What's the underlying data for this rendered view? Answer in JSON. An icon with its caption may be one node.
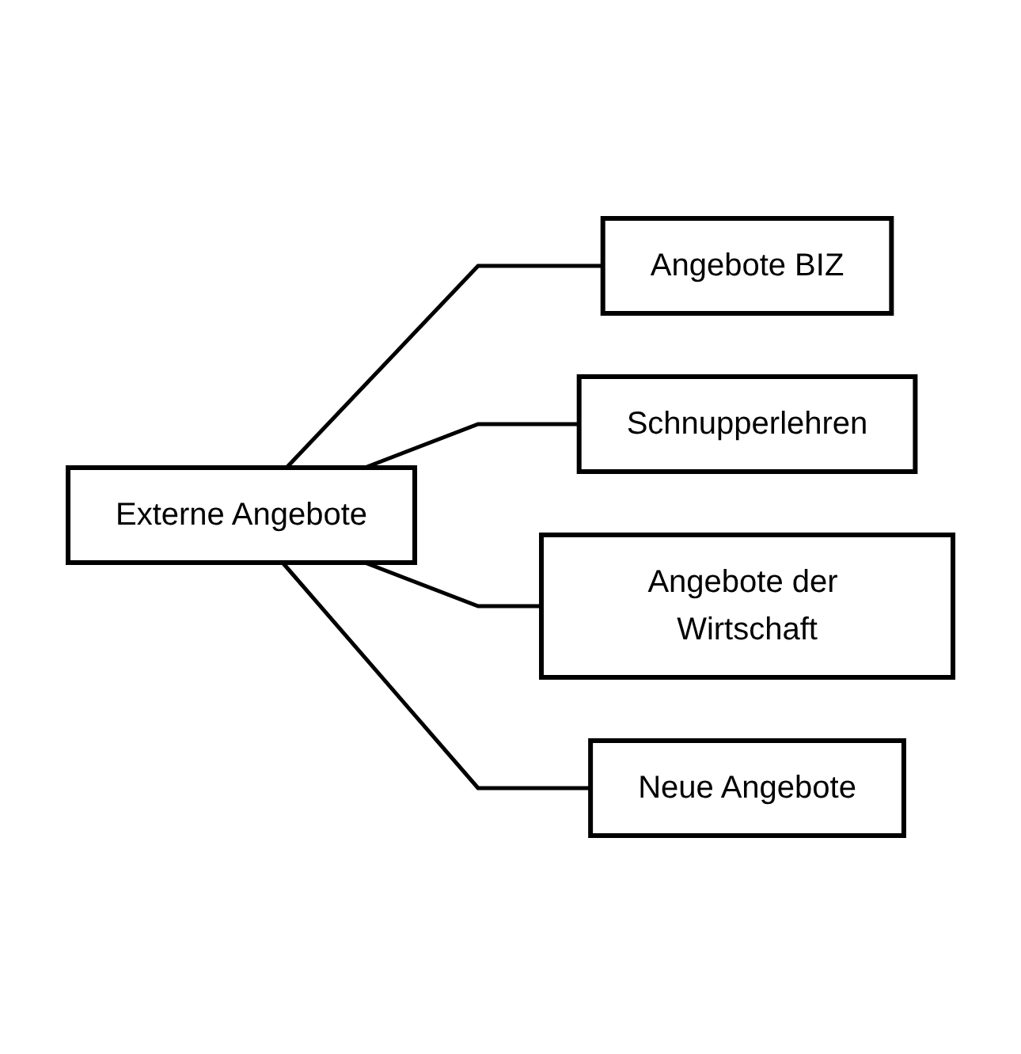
{
  "diagram": {
    "nodes": [
      {
        "text": [
          "Externe Angebote"
        ]
      },
      {
        "text": [
          "Angebote BIZ"
        ]
      },
      {
        "text": [
          "Schnupperlehren"
        ]
      },
      {
        "text": [
          "Angebote der Wirtschaft"
        ]
      },
      {
        "text": [
          "Neue Angebote"
        ]
      }
    ],
    "edges": [
      {
        "from": 0,
        "to": 1,
        "arrow": "none"
      },
      {
        "from": 0,
        "to": 2,
        "arrow": "none"
      },
      {
        "from": 0,
        "to": 3,
        "arrow": "none"
      },
      {
        "from": 0,
        "to": 4,
        "arrow": "none"
      }
    ]
  }
}
